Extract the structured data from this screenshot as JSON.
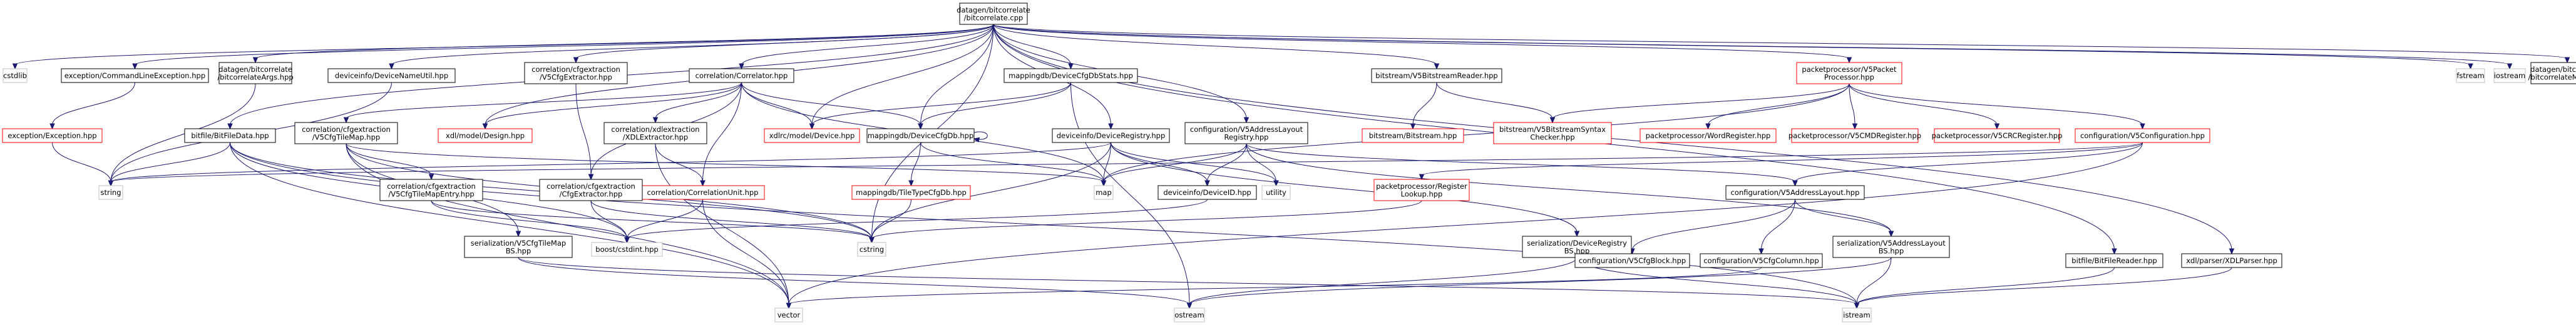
{
  "colors": {
    "background": "#ffffff",
    "edge": "#191970",
    "border_documented": "#000000",
    "border_undocumented": "#ff0000",
    "border_external": "#bfbfbf",
    "root_fill": "#bfbfbf",
    "text": "#000000"
  },
  "nodes": [
    {
      "id": "root",
      "lines": [
        "datagen/bitcorrelate",
        "/bitcorrelate.cpp"
      ],
      "kind": "root"
    },
    {
      "id": "cstdlib",
      "lines": [
        "cstdlib"
      ],
      "kind": "external"
    },
    {
      "id": "cmdex",
      "lines": [
        "exception/CommandLineException.hpp"
      ],
      "kind": "documented"
    },
    {
      "id": "bcargs",
      "lines": [
        "datagen/bitcorrelate",
        "/bitcorrelateArgs.hpp"
      ],
      "kind": "documented"
    },
    {
      "id": "devnameutil",
      "lines": [
        "deviceinfo/DeviceNameUtil.hpp"
      ],
      "kind": "documented"
    },
    {
      "id": "v5cfgext",
      "lines": [
        "correlation/cfgextraction",
        "/V5CfgExtractor.hpp"
      ],
      "kind": "documented"
    },
    {
      "id": "correlator",
      "lines": [
        "correlation/Correlator.hpp"
      ],
      "kind": "documented"
    },
    {
      "id": "devcfgdbstats",
      "lines": [
        "mappingdb/DeviceCfgDbStats.hpp"
      ],
      "kind": "documented"
    },
    {
      "id": "bsreader",
      "lines": [
        "bitstream/V5BitstreamReader.hpp"
      ],
      "kind": "documented"
    },
    {
      "id": "packetproc",
      "lines": [
        "packetprocessor/V5Packet",
        "Processor.hpp"
      ],
      "kind": "undocumented"
    },
    {
      "id": "fstream",
      "lines": [
        "fstream"
      ],
      "kind": "external"
    },
    {
      "id": "iostream",
      "lines": [
        "iostream"
      ],
      "kind": "external"
    },
    {
      "id": "bcmsgs",
      "lines": [
        "datagen/bitcorrelate",
        "/bitcorrelateMsgs.hpp"
      ],
      "kind": "documented"
    },
    {
      "id": "exception",
      "lines": [
        "exception/Exception.hpp"
      ],
      "kind": "undocumented"
    },
    {
      "id": "bitfiledata",
      "lines": [
        "bitfile/BitFileData.hpp"
      ],
      "kind": "documented"
    },
    {
      "id": "v5cfgtilemap",
      "lines": [
        "correlation/cfgextraction",
        "/V5CfgTileMap.hpp"
      ],
      "kind": "documented"
    },
    {
      "id": "xdldesign",
      "lines": [
        "xdl/model/Design.hpp"
      ],
      "kind": "undocumented"
    },
    {
      "id": "xdlextractor",
      "lines": [
        "correlation/xdlextraction",
        "/XDLExtractor.hpp"
      ],
      "kind": "documented"
    },
    {
      "id": "xdlrcdevice",
      "lines": [
        "xdlrc/model/Device.hpp"
      ],
      "kind": "undocumented"
    },
    {
      "id": "devcfgdb",
      "lines": [
        "mappingdb/DeviceCfgDb.hpp"
      ],
      "kind": "documented"
    },
    {
      "id": "devregistry",
      "lines": [
        "deviceinfo/DeviceRegistry.hpp"
      ],
      "kind": "documented"
    },
    {
      "id": "v5addrreg",
      "lines": [
        "configuration/V5AddressLayout",
        "Registry.hpp"
      ],
      "kind": "documented"
    },
    {
      "id": "bitstream",
      "lines": [
        "bitstream/Bitstream.hpp"
      ],
      "kind": "undocumented"
    },
    {
      "id": "bssyntax",
      "lines": [
        "bitstream/V5BitstreamSyntax",
        "Checker.hpp"
      ],
      "kind": "undocumented"
    },
    {
      "id": "wordreg",
      "lines": [
        "packetprocessor/WordRegister.hpp"
      ],
      "kind": "undocumented"
    },
    {
      "id": "v5cmdreg",
      "lines": [
        "packetprocessor/V5CMDRegister.hpp"
      ],
      "kind": "undocumented"
    },
    {
      "id": "v5crcreg",
      "lines": [
        "packetprocessor/V5CRCRegister.hpp"
      ],
      "kind": "undocumented"
    },
    {
      "id": "v5config",
      "lines": [
        "configuration/V5Configuration.hpp"
      ],
      "kind": "undocumented"
    },
    {
      "id": "string",
      "lines": [
        "string"
      ],
      "kind": "external"
    },
    {
      "id": "v5tilemapentry",
      "lines": [
        "correlation/cfgextraction",
        "/V5CfgTileMapEntry.hpp"
      ],
      "kind": "documented"
    },
    {
      "id": "corrunit",
      "lines": [
        "correlation/CorrelationUnit.hpp"
      ],
      "kind": "undocumented"
    },
    {
      "id": "cfgextractor",
      "lines": [
        "correlation/cfgextraction",
        "/CfgExtractor.hpp"
      ],
      "kind": "documented"
    },
    {
      "id": "tiletypecfgdb",
      "lines": [
        "mappingdb/TileTypeCfgDb.hpp"
      ],
      "kind": "undocumented"
    },
    {
      "id": "map",
      "lines": [
        "map"
      ],
      "kind": "external"
    },
    {
      "id": "deviceid",
      "lines": [
        "deviceinfo/DeviceID.hpp"
      ],
      "kind": "documented"
    },
    {
      "id": "utility",
      "lines": [
        "utility"
      ],
      "kind": "external"
    },
    {
      "id": "pktreglookup",
      "lines": [
        "packetprocessor/Register",
        "Lookup.hpp"
      ],
      "kind": "undocumented"
    },
    {
      "id": "v5addrlayout",
      "lines": [
        "configuration/V5AddressLayout.hpp"
      ],
      "kind": "documented"
    },
    {
      "id": "v5tilemapbs",
      "lines": [
        "serialization/V5CfgTileMap",
        "BS.hpp"
      ],
      "kind": "documented"
    },
    {
      "id": "cstdint",
      "lines": [
        "boost/cstdint.hpp"
      ],
      "kind": "external"
    },
    {
      "id": "cstring",
      "lines": [
        "cstring"
      ],
      "kind": "external"
    },
    {
      "id": "devregbs",
      "lines": [
        "serialization/DeviceRegistry",
        "BS.hpp"
      ],
      "kind": "documented"
    },
    {
      "id": "v5cfgblock",
      "lines": [
        "configuration/V5CfgBlock.hpp"
      ],
      "kind": "documented"
    },
    {
      "id": "v5cfgcolumn",
      "lines": [
        "configuration/V5CfgColumn.hpp"
      ],
      "kind": "documented"
    },
    {
      "id": "v5addrbs",
      "lines": [
        "serialization/V5AddressLayout",
        "BS.hpp"
      ],
      "kind": "documented"
    },
    {
      "id": "bitfilereader",
      "lines": [
        "bitfile/BitFileReader.hpp"
      ],
      "kind": "documented"
    },
    {
      "id": "xdlparser",
      "lines": [
        "xdl/parser/XDLParser.hpp"
      ],
      "kind": "documented"
    },
    {
      "id": "vector",
      "lines": [
        "vector"
      ],
      "kind": "external"
    },
    {
      "id": "ostream",
      "lines": [
        "ostream"
      ],
      "kind": "external"
    },
    {
      "id": "istream",
      "lines": [
        "istream"
      ],
      "kind": "external"
    }
  ],
  "edges": [
    [
      "root",
      "cstdlib"
    ],
    [
      "root",
      "cmdex"
    ],
    [
      "root",
      "bcargs"
    ],
    [
      "root",
      "devnameutil"
    ],
    [
      "root",
      "v5cfgext"
    ],
    [
      "root",
      "correlator"
    ],
    [
      "root",
      "devcfgdbstats"
    ],
    [
      "root",
      "bsreader"
    ],
    [
      "root",
      "packetproc"
    ],
    [
      "root",
      "fstream"
    ],
    [
      "root",
      "iostream"
    ],
    [
      "root",
      "bcmsgs"
    ],
    [
      "root",
      "bitfiledata"
    ],
    [
      "root",
      "xdldesign"
    ],
    [
      "root",
      "xdlrcdevice"
    ],
    [
      "root",
      "devcfgdb"
    ],
    [
      "root",
      "devregistry"
    ],
    [
      "root",
      "v5addrreg"
    ],
    [
      "root",
      "cstring"
    ],
    [
      "root",
      "bitfilereader"
    ],
    [
      "root",
      "xdlparser"
    ],
    [
      "cmdex",
      "exception"
    ],
    [
      "bcargs",
      "string"
    ],
    [
      "devnameutil",
      "string"
    ],
    [
      "v5cfgext",
      "cfgextractor"
    ],
    [
      "correlator",
      "v5cfgtilemap"
    ],
    [
      "correlator",
      "xdldesign"
    ],
    [
      "correlator",
      "xdlextractor"
    ],
    [
      "correlator",
      "xdlrcdevice"
    ],
    [
      "correlator",
      "devcfgdb"
    ],
    [
      "correlator",
      "cfgextractor"
    ],
    [
      "correlator",
      "corrunit"
    ],
    [
      "correlator",
      "map"
    ],
    [
      "devcfgdbstats",
      "devcfgdb"
    ],
    [
      "devcfgdbstats",
      "xdlrcdevice"
    ],
    [
      "devcfgdbstats",
      "ostream"
    ],
    [
      "bsreader",
      "bitstream"
    ],
    [
      "bsreader",
      "bssyntax"
    ],
    [
      "packetproc",
      "bssyntax"
    ],
    [
      "packetproc",
      "wordreg"
    ],
    [
      "packetproc",
      "v5cmdreg"
    ],
    [
      "packetproc",
      "v5crcreg"
    ],
    [
      "packetproc",
      "v5config"
    ],
    [
      "packetproc",
      "map"
    ],
    [
      "exception",
      "string"
    ],
    [
      "bitfiledata",
      "string"
    ],
    [
      "bitfiledata",
      "cstdint"
    ],
    [
      "bitfiledata",
      "cstring"
    ],
    [
      "bitfiledata",
      "vector"
    ],
    [
      "bitfiledata",
      "istream"
    ],
    [
      "v5cfgtilemap",
      "v5tilemapentry"
    ],
    [
      "v5cfgtilemap",
      "v5tilemapbs"
    ],
    [
      "v5cfgtilemap",
      "map"
    ],
    [
      "v5cfgtilemap",
      "cstring"
    ],
    [
      "v5cfgtilemap",
      "vector"
    ],
    [
      "xdlextractor",
      "corrunit"
    ],
    [
      "xdlextractor",
      "vector"
    ],
    [
      "devcfgdb",
      "devcfgdb"
    ],
    [
      "devcfgdb",
      "tiletypecfgdb"
    ],
    [
      "devcfgdb",
      "map"
    ],
    [
      "devregistry",
      "map"
    ],
    [
      "devregistry",
      "deviceid"
    ],
    [
      "devregistry",
      "utility"
    ],
    [
      "devregistry",
      "devregbs"
    ],
    [
      "devregistry",
      "cstring"
    ],
    [
      "devregistry",
      "string"
    ],
    [
      "v5addrreg",
      "v5addrlayout"
    ],
    [
      "v5addrreg",
      "deviceid"
    ],
    [
      "v5addrreg",
      "map"
    ],
    [
      "v5addrreg",
      "utility"
    ],
    [
      "v5addrreg",
      "v5addrbs"
    ],
    [
      "v5config",
      "v5addrlayout"
    ],
    [
      "v5config",
      "pktreglookup"
    ],
    [
      "v5config",
      "string"
    ],
    [
      "v5config",
      "vector"
    ],
    [
      "v5tilemapentry",
      "cstdint"
    ],
    [
      "v5tilemapentry",
      "cstring"
    ],
    [
      "corrunit",
      "cstdint"
    ],
    [
      "corrunit",
      "vector"
    ],
    [
      "cfgextractor",
      "cstdint"
    ],
    [
      "cfgextractor",
      "cstring"
    ],
    [
      "tiletypecfgdb",
      "cstring"
    ],
    [
      "deviceid",
      "cstdint"
    ],
    [
      "pktreglookup",
      "cstring"
    ],
    [
      "v5addrlayout",
      "v5cfgblock"
    ],
    [
      "v5addrlayout",
      "v5cfgcolumn"
    ],
    [
      "v5addrlayout",
      "v5addrbs"
    ],
    [
      "v5tilemapbs",
      "istream"
    ],
    [
      "v5tilemapbs",
      "ostream"
    ],
    [
      "devregbs",
      "ostream"
    ],
    [
      "devregbs",
      "istream"
    ],
    [
      "v5cfgcolumn",
      "vector"
    ],
    [
      "v5addrbs",
      "ostream"
    ],
    [
      "v5addrbs",
      "istream"
    ],
    [
      "bitfilereader",
      "istream"
    ],
    [
      "xdlparser",
      "istream"
    ]
  ]
}
